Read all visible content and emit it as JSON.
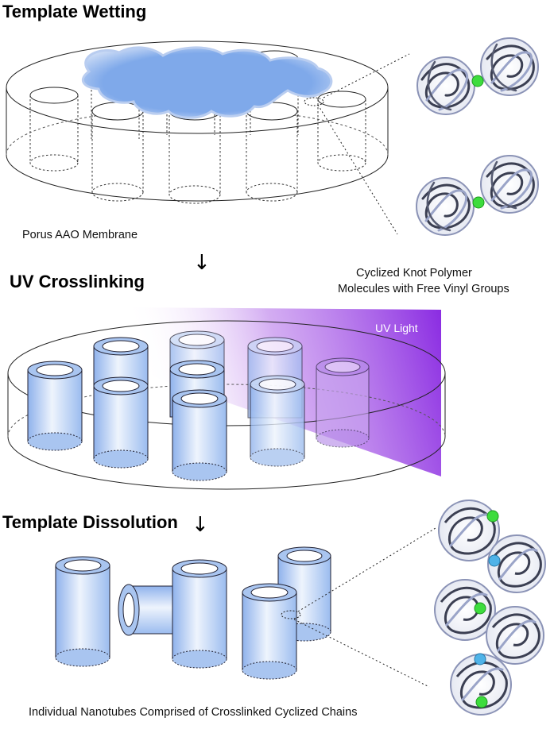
{
  "headings": {
    "template_wetting": "Template Wetting",
    "uv_crosslinking": "UV Crosslinking",
    "template_dissolution": "Template Dissolution"
  },
  "labels": {
    "membrane": "Porus AAO Membrane",
    "knot_line1": "Cyclized Knot Polymer",
    "knot_line2": "Molecules with Free Vinyl Groups",
    "uv_light": "UV Light",
    "nanotubes": "Individual Nanotubes Comprised of Crosslinked Cyclized Chains"
  },
  "icons": {
    "step_arrow": "↓"
  },
  "colors": {
    "polymer_blue": "#7fa9ea",
    "tube_blue": "#a8c4ef",
    "uv_purple": "#8a2be2",
    "vinyl_green": "#3ddc3d",
    "linker_cyan": "#4fb3e8"
  }
}
